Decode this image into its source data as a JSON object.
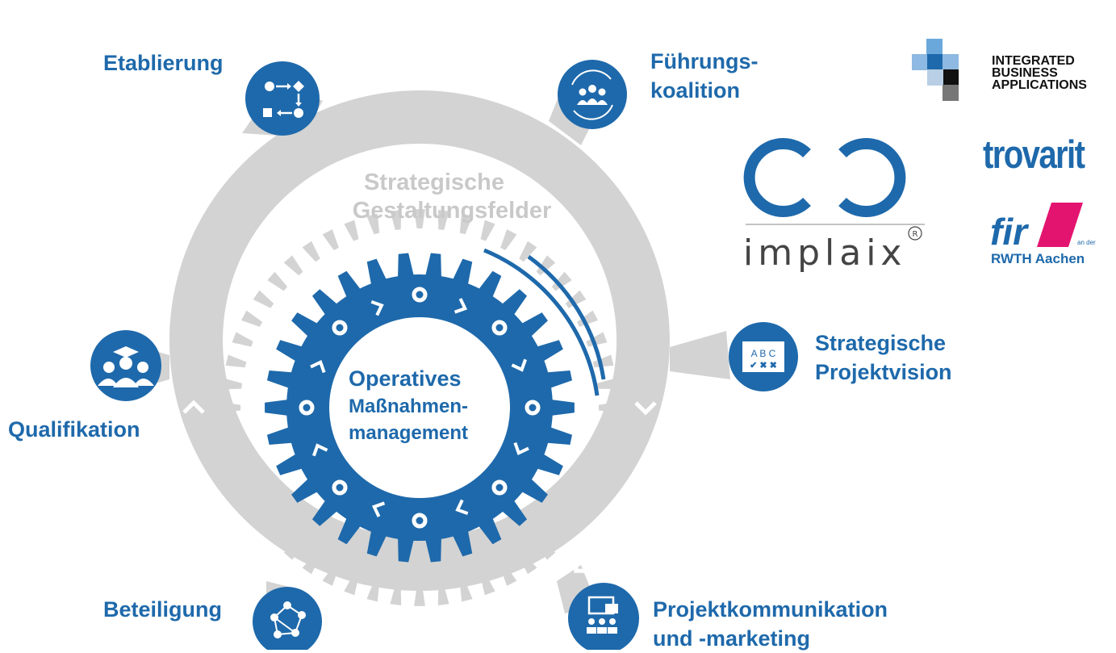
{
  "diagram": {
    "outer_ring_title": [
      "Strategische",
      "Gestaltungsfelder"
    ],
    "inner_gear_title": [
      "Operatives",
      "Maßnahmen-",
      "management"
    ],
    "fields": [
      {
        "lines": [
          "Etablierung"
        ],
        "icon": "process-flow-icon"
      },
      {
        "lines": [
          "Führungs-",
          "koalition"
        ],
        "icon": "team-cycle-icon"
      },
      {
        "lines": [
          "Strategische",
          "Projektvision"
        ],
        "icon": "abc-checklist-icon"
      },
      {
        "lines": [
          "Projektkommunikation",
          "und -marketing"
        ],
        "icon": "presentation-audience-icon"
      },
      {
        "lines": [
          "Beteiligung"
        ],
        "icon": "network-people-icon"
      },
      {
        "lines": [
          "Qualifikation"
        ],
        "icon": "graduates-icon"
      }
    ]
  },
  "logos": {
    "iba": [
      "INTEGRATED",
      "BUSINESS",
      "APPLICATIONS"
    ],
    "implaix": "implaix",
    "trovarit": "trovarit",
    "fir": {
      "mark": "fir",
      "sub": "an der",
      "rwth": "RWTH Aachen"
    }
  },
  "colors": {
    "blue": "#1e69ab",
    "gray": "#d3d3d3",
    "white": "#ffffff"
  }
}
